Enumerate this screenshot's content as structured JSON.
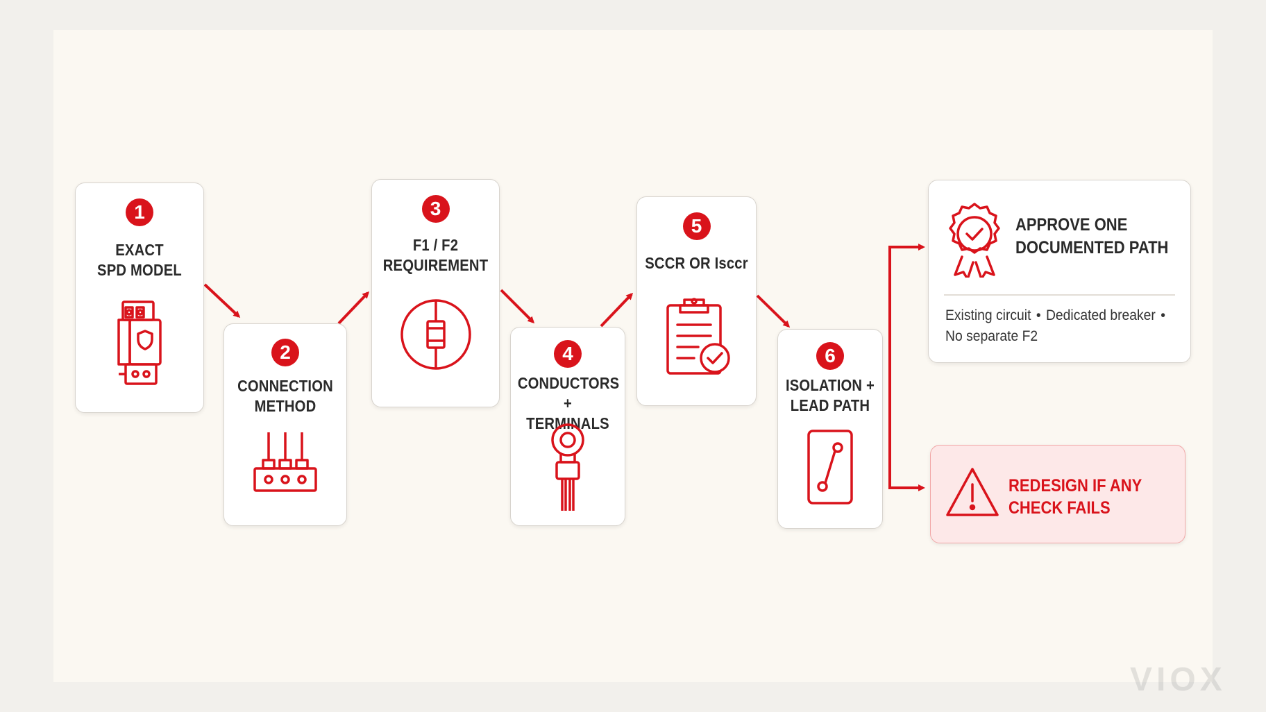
{
  "steps": [
    {
      "number": "1",
      "label": "EXACT\nSPD MODEL",
      "icon": "spd-device-icon"
    },
    {
      "number": "2",
      "label": "CONNECTION\nMETHOD",
      "icon": "terminal-block-icon"
    },
    {
      "number": "3",
      "label": "F1 / F2\nREQUIREMENT",
      "icon": "fuse-icon"
    },
    {
      "number": "4",
      "label": "CONDUCTORS +\nTERMINALS",
      "icon": "ring-terminal-icon"
    },
    {
      "number": "5",
      "label": "SCCR OR Isccr",
      "icon": "clipboard-check-icon"
    },
    {
      "number": "6",
      "label": "ISOLATION +\nLEAD PATH",
      "icon": "lead-path-icon"
    }
  ],
  "outcomes": {
    "approve": {
      "title": "APPROVE ONE\nDOCUMENTED PATH",
      "icon": "award-badge-icon",
      "options": [
        "Existing circuit",
        "Dedicated breaker",
        "No separate F2"
      ],
      "separator": "•"
    },
    "redesign": {
      "title": "REDESIGN IF ANY\nCHECK FAILS",
      "icon": "warning-triangle-icon"
    }
  },
  "branding": {
    "watermark": "VIOX"
  },
  "colors": {
    "accent": "#d9131b",
    "card_border": "#d8d4ce",
    "redesign_fill": "#fde8e8",
    "redesign_border": "#f1a7a7",
    "text": "#2a2a2a"
  }
}
